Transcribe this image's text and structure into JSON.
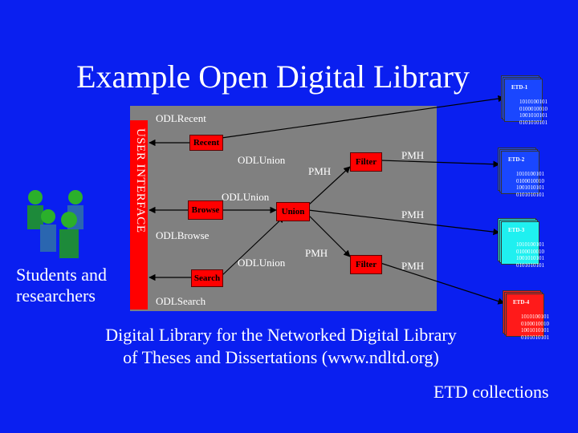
{
  "title": "Example Open Digital Library",
  "user_interface_label": "USER INTERFACE",
  "component_labels": {
    "odl_recent": "ODLRecent",
    "odl_union_top": "ODLUnion",
    "odl_union_mid": "ODLUnion",
    "odl_browse": "ODLBrowse",
    "odl_union_bottom": "ODLUnion",
    "odl_search": "ODLSearch"
  },
  "nodes": {
    "recent": "Recent",
    "browse": "Browse",
    "search": "Search",
    "union": "Union",
    "filter_top": "Filter",
    "filter_bottom": "Filter"
  },
  "pmh_labels": {
    "pmh1": "PMH",
    "pmh2": "PMH",
    "pmh3": "PMH",
    "pmh4": "PMH",
    "pmh5": "PMH"
  },
  "collections": [
    {
      "label": "ETD-1",
      "color": "#1a47ff",
      "bits": [
        "1010100101",
        "0100010010",
        "1001010101",
        "0101010101"
      ]
    },
    {
      "label": "ETD-2",
      "color": "#1a47ff",
      "bits": [
        "1010100101",
        "0100010010",
        "1001010101",
        "0101010101"
      ]
    },
    {
      "label": "ETD-3",
      "color": "#1ff0f0",
      "bits": [
        "1010100101",
        "0100010010",
        "1001010101",
        "0101010101"
      ]
    },
    {
      "label": "ETD-4",
      "color": "#ff1a1a",
      "bits": [
        "1010100101",
        "0100010010",
        "1001010101",
        "0101010101"
      ]
    }
  ],
  "students_label": [
    "Students and",
    "researchers"
  ],
  "library_note": [
    "Digital Library for the Networked Digital Library",
    "of Theses and Dissertations (www.ndltd.org)"
  ],
  "etd_collections_label": "ETD collections",
  "colors": {
    "background": "#0a1ff0",
    "panel": "#808080",
    "node": "#ff0000",
    "person_head": "#2bb02b",
    "person_body": "#1d8a3a",
    "person_accent": "#2a66b0"
  }
}
